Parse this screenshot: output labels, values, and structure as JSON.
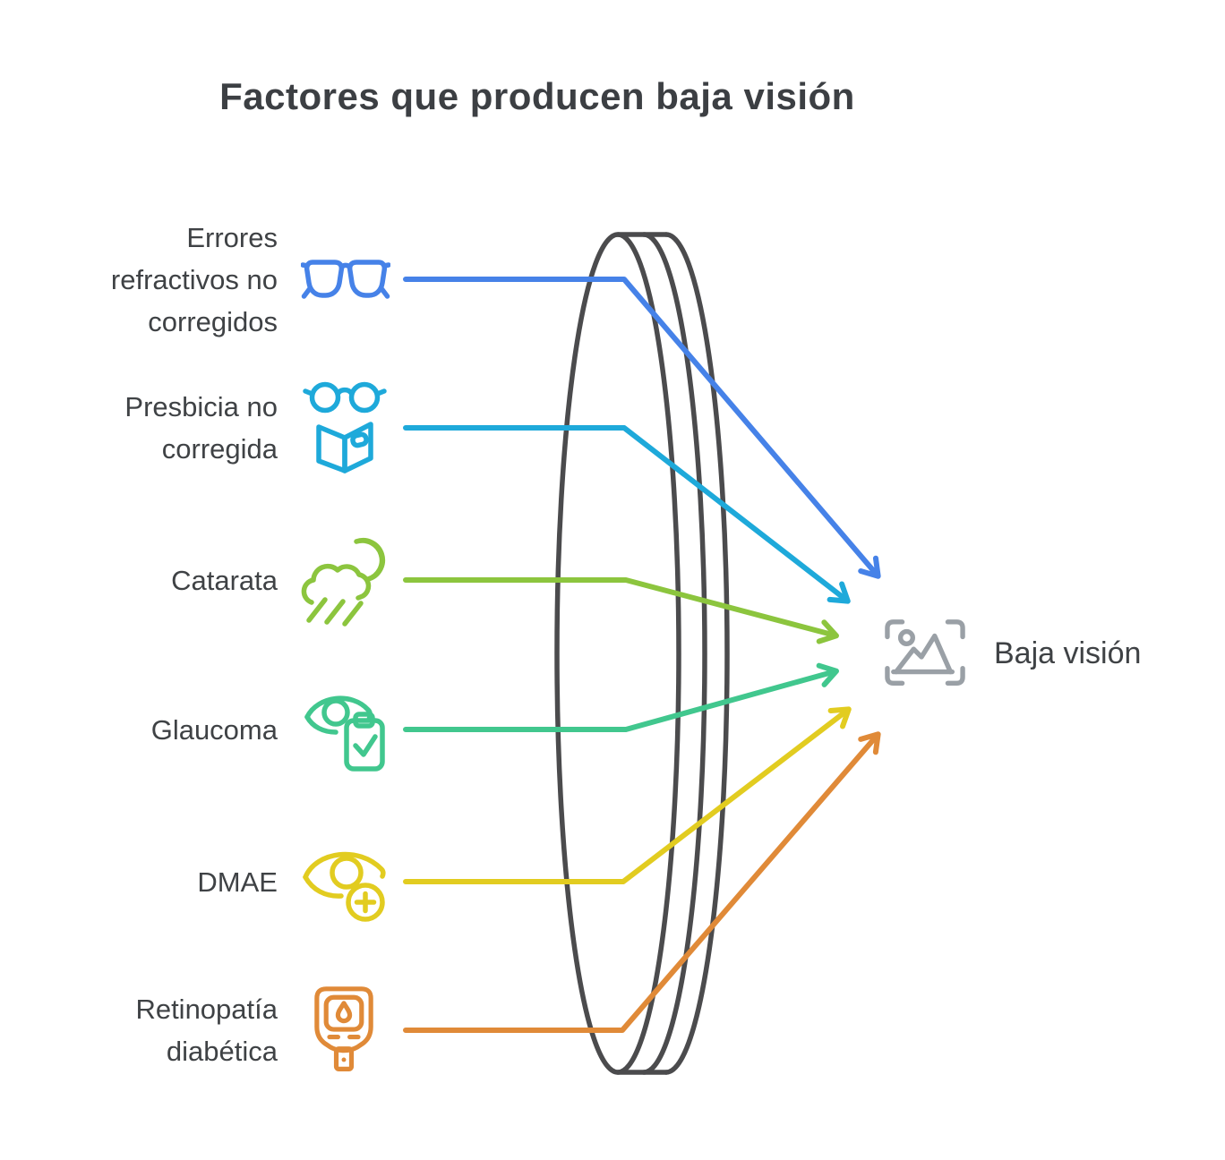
{
  "title": "Factores que producen baja visión",
  "factors": [
    {
      "label": "Errores\nrefractivos no\ncorregidos",
      "icon": "glasses-icon",
      "color": "#4682e8"
    },
    {
      "label": "Presbicia no\ncorregida",
      "icon": "reading-glasses-book-icon",
      "color": "#1ea9da"
    },
    {
      "label": "Catarata",
      "icon": "cloud-moon-rain-icon",
      "color": "#8cc53e"
    },
    {
      "label": "Glaucoma",
      "icon": "eye-clipboard-icon",
      "color": "#41c78e"
    },
    {
      "label": "DMAE",
      "icon": "eye-plus-icon",
      "color": "#e2cc20"
    },
    {
      "label": "Retinopatía\ndiabética",
      "icon": "glucose-meter-icon",
      "color": "#e08a38"
    }
  ],
  "result": {
    "label": "Baja visión",
    "icon": "image-icon",
    "color": "#9aa0a6"
  },
  "lens_color": "#4b4b4d",
  "text_color": "#3f4245",
  "background": "#ffffff"
}
